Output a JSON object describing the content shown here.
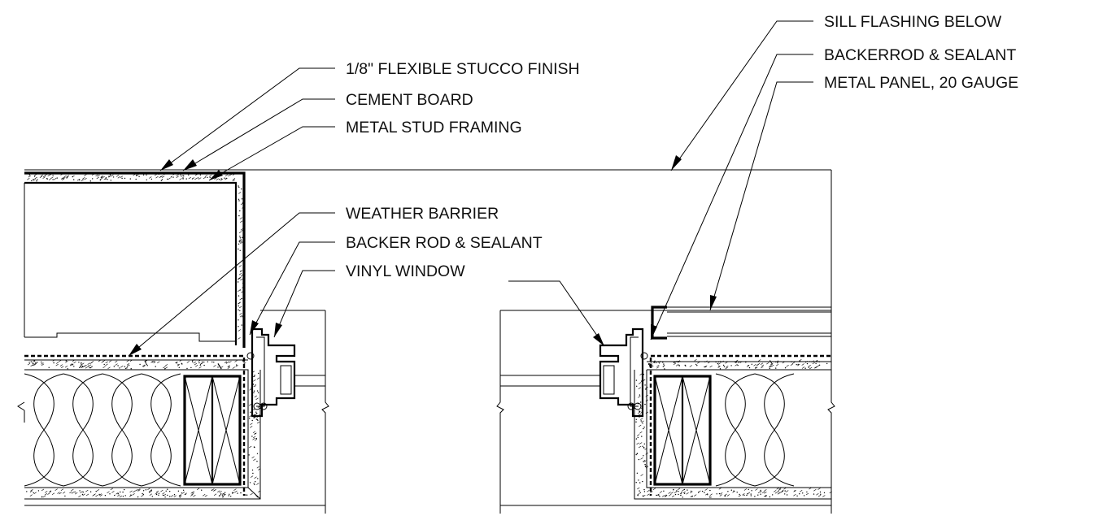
{
  "callouts": {
    "stucco_finish": "1/8\" FLEXIBLE STUCCO  FINISH",
    "cement_board": "CEMENT BOARD",
    "metal_stud_framing": "METAL STUD FRAMING",
    "weather_barrier": "WEATHER BARRIER",
    "backer_rod_sealant": "BACKER ROD & SEALANT",
    "vinyl_window": "VINYL WINDOW",
    "sill_flashing_below": "SILL FLASHING BELOW",
    "backerrod_sealant": "BACKERROD & SEALANT",
    "metal_panel": "METAL PANEL, 20 GAUGE"
  },
  "colors": {
    "ink": "#000000",
    "paper": "#ffffff"
  }
}
